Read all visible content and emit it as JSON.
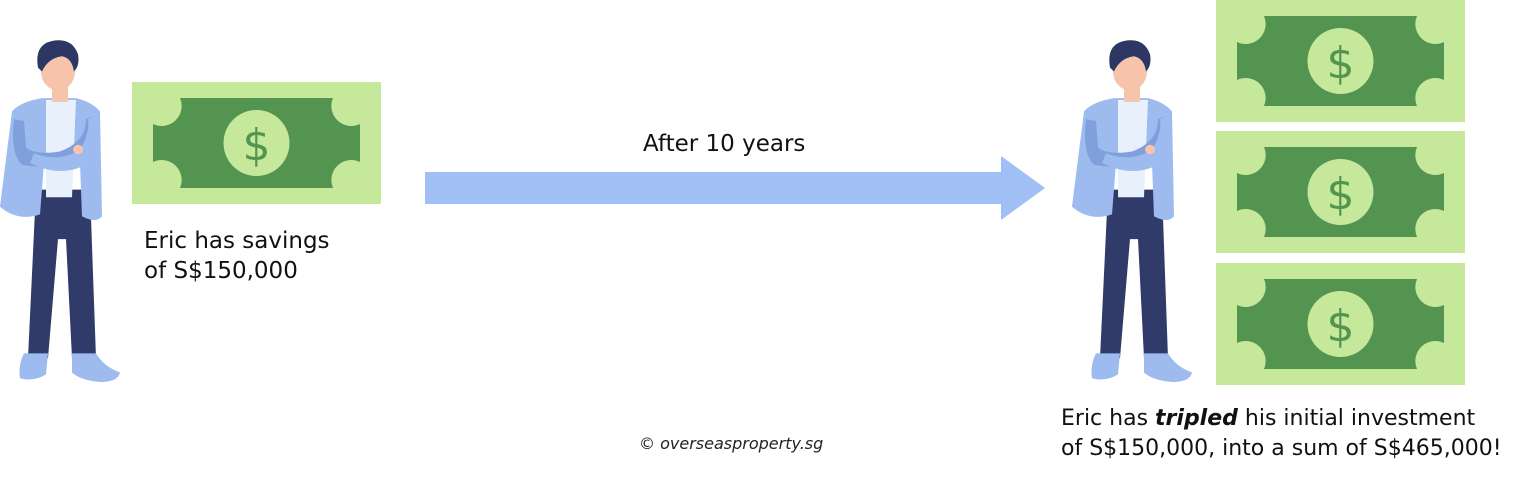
{
  "before": {
    "caption_line1": "Eric has savings",
    "caption_line2": "of S$150,000"
  },
  "transition": {
    "label": "After 10 years"
  },
  "after": {
    "caption_prefix": "Eric has ",
    "caption_emphasis": "tripled",
    "caption_suffix": " his initial investment",
    "caption_line2": "of S$150,000, into a sum of S$465,000!"
  },
  "watermark": "© overseasproperty.sg",
  "bill_symbol": "$",
  "icons": {
    "person": "businessman-arms-crossed-icon",
    "bill": "dollar-bill-icon",
    "arrow": "right-arrow-icon"
  },
  "colors": {
    "bill_outer": "#c5e89a",
    "bill_inner": "#539451",
    "bill_circle": "#c5e89a",
    "arrow": "#a0bff4",
    "jacket": "#9dbbee",
    "jacket_shade": "#7fa0dc",
    "pants": "#313b6a",
    "hair": "#2c3763",
    "skin": "#f7c3aa",
    "shirt": "#e8f0fc",
    "shoes": "#9dbbee"
  }
}
